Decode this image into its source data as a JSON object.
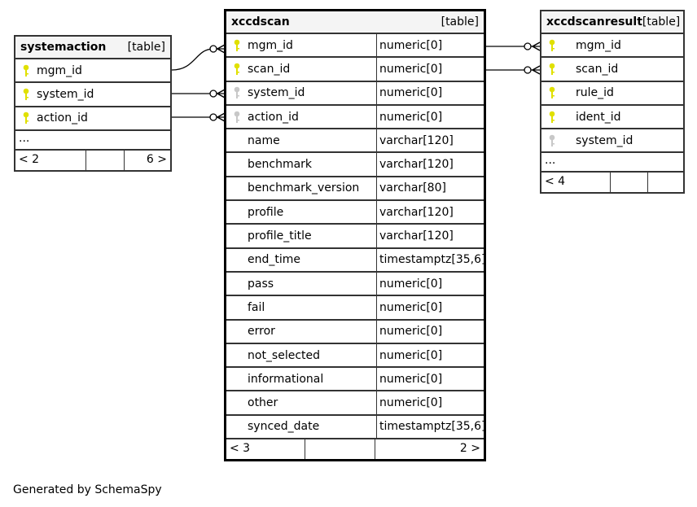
{
  "tables": {
    "systemaction": {
      "name": "systemaction",
      "kind": "[table]",
      "columns": [
        {
          "name": "mgm_id",
          "key": "primary"
        },
        {
          "name": "system_id",
          "key": "primary"
        },
        {
          "name": "action_id",
          "key": "primary"
        }
      ],
      "more": "...",
      "foot_left": "< 2",
      "foot_right": "6 >"
    },
    "xccdscan": {
      "name": "xccdscan",
      "kind": "[table]",
      "columns": [
        {
          "name": "mgm_id",
          "type": "numeric[0]",
          "key": "primary"
        },
        {
          "name": "scan_id",
          "type": "numeric[0]",
          "key": "primary"
        },
        {
          "name": "system_id",
          "type": "numeric[0]",
          "key": "foreign"
        },
        {
          "name": "action_id",
          "type": "numeric[0]",
          "key": "foreign"
        },
        {
          "name": "name",
          "type": "varchar[120]",
          "key": ""
        },
        {
          "name": "benchmark",
          "type": "varchar[120]",
          "key": ""
        },
        {
          "name": "benchmark_version",
          "type": "varchar[80]",
          "key": ""
        },
        {
          "name": "profile",
          "type": "varchar[120]",
          "key": ""
        },
        {
          "name": "profile_title",
          "type": "varchar[120]",
          "key": ""
        },
        {
          "name": "end_time",
          "type": "timestamptz[35,6]",
          "key": ""
        },
        {
          "name": "pass",
          "type": "numeric[0]",
          "key": ""
        },
        {
          "name": "fail",
          "type": "numeric[0]",
          "key": ""
        },
        {
          "name": "error",
          "type": "numeric[0]",
          "key": ""
        },
        {
          "name": "not_selected",
          "type": "numeric[0]",
          "key": ""
        },
        {
          "name": "informational",
          "type": "numeric[0]",
          "key": ""
        },
        {
          "name": "other",
          "type": "numeric[0]",
          "key": ""
        },
        {
          "name": "synced_date",
          "type": "timestamptz[35,6]",
          "key": ""
        }
      ],
      "foot_left": "< 3",
      "foot_right": "2 >"
    },
    "xccdscanresult": {
      "name": "xccdscanresult",
      "kind": "[table]",
      "columns": [
        {
          "name": "mgm_id",
          "key": "primary"
        },
        {
          "name": "scan_id",
          "key": "primary"
        },
        {
          "name": "rule_id",
          "key": "primary"
        },
        {
          "name": "ident_id",
          "key": "primary"
        },
        {
          "name": "system_id",
          "key": "foreign"
        }
      ],
      "more": "...",
      "foot_left": "< 4",
      "foot_right": ""
    }
  },
  "colors": {
    "primary_key": "#e0e000",
    "foreign_key": "#c8c8c8"
  },
  "footer": "Generated by SchemaSpy"
}
